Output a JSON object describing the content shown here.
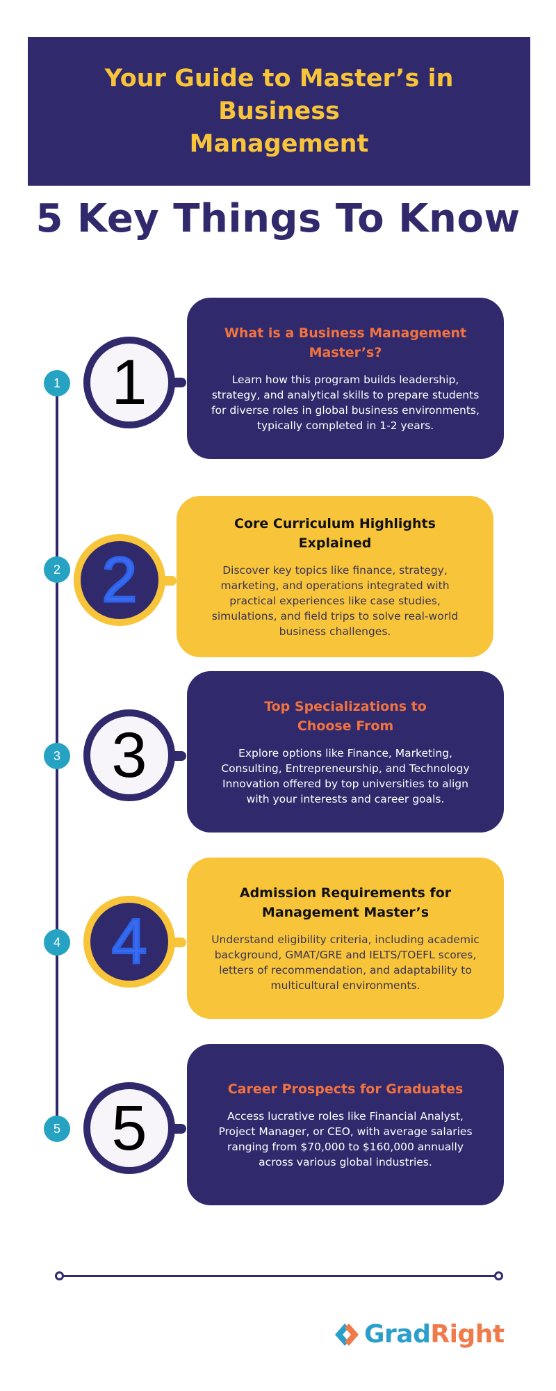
{
  "header": {
    "title_line1": "Your Guide to Master’s in Business",
    "title_line2": "Management"
  },
  "subheading": "5 Key Things To Know",
  "colors": {
    "navy": "#30296c",
    "yellow": "#f8c43a",
    "orange": "#f3733f",
    "teal": "#26a3c2"
  },
  "steps": [
    {
      "dot": "1",
      "number": "1",
      "title": "What is a Business Management Master’s?",
      "description": "Learn how this program builds leadership, strategy, and analytical skills to prepare students for diverse roles in global business environments, typically completed in 1-2 years."
    },
    {
      "dot": "2",
      "number": "2",
      "title": "Core Curriculum Highlights Explained",
      "description": "Discover key topics like finance, strategy, marketing, and operations integrated with practical experiences like case studies, simulations, and field trips to solve real-world business challenges."
    },
    {
      "dot": "3",
      "number": "3",
      "title": "Top Specializations to Choose From",
      "description": "Explore options like Finance, Marketing, Consulting, Entrepreneurship, and Technology Innovation offered by top universities to align with your interests and career goals."
    },
    {
      "dot": "4",
      "number": "4",
      "title": "Admission Requirements for Management Master’s",
      "description": "Understand eligibility criteria, including academic background, GMAT/GRE and IELTS/TOEFL scores, letters of recommendation, and adaptability to multicultural environments."
    },
    {
      "dot": "5",
      "number": "5",
      "title": "Career Prospects for Graduates",
      "description": "Access lucrative roles like Financial Analyst, Project Manager, or CEO, with average salaries ranging from $70,000 to $160,000 annually across various global industries."
    }
  ],
  "logo": {
    "part1": "Grad",
    "part2": "Right",
    "icon": "gradright-chevrons-icon"
  }
}
